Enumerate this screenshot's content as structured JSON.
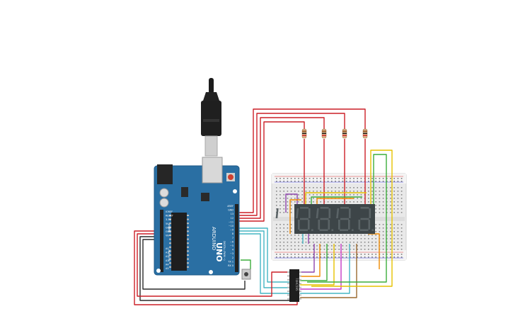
{
  "arduino": {
    "board_model": "UNO",
    "brand": "ARDUINO",
    "board_color": "#2a6fa3",
    "digital_header": "DIGITAL (PWM ~)",
    "power_header": "POWER",
    "analog_header": "ANALOG IN",
    "digital_pins": [
      "AREF",
      "GND",
      "13",
      "12",
      "~11",
      "~10",
      "~9",
      "8",
      "7",
      "~6",
      "~5",
      "4",
      "~3",
      "2",
      "TX 1",
      "RX 0"
    ],
    "power_pins": [
      "IOREF",
      "RESET",
      "3.3V",
      "5V",
      "GND",
      "GND",
      "Vin"
    ],
    "analog_pins": [
      "A0",
      "A1",
      "A2",
      "A3",
      "A4",
      "A5"
    ]
  },
  "shift_register": {
    "label": "74HC595"
  },
  "seven_segment": {
    "digits": [
      "8.",
      "8.",
      "8.",
      "8."
    ],
    "color": "#3d4548"
  },
  "colors": {
    "wire_red": "#cc1f27",
    "wire_black": "#2c2c2c",
    "wire_cyan": "#45b5c4",
    "wire_orange": "#f08a00",
    "wire_yellow": "#e6c200",
    "wire_green": "#3cae3c",
    "wire_purple": "#8e44ad",
    "wire_magenta": "#c53bc5",
    "wire_brown": "#9b6a2f",
    "breadboard": "#eeeeee"
  }
}
